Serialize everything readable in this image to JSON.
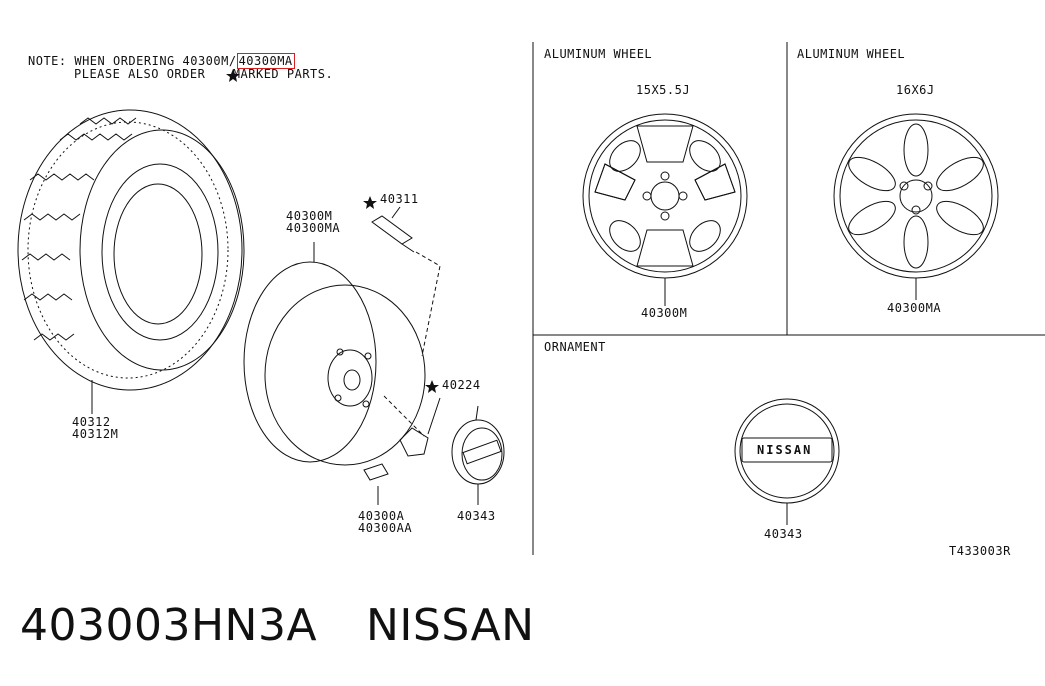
{
  "note": {
    "prefix": "NOTE:",
    "line1": "WHEN ORDERING 40300M/",
    "highlight": "40300MA",
    "line2": "PLEASE ALSO ORDER",
    "line2_suffix": "MARKED PARTS."
  },
  "parts": {
    "tire": [
      "40312",
      "40312M"
    ],
    "wheel": [
      "40300M",
      "40300MA"
    ],
    "valve": "40311",
    "nut": "40224",
    "weight": [
      "40300A",
      "40300AA"
    ],
    "cap": "40343"
  },
  "panels": {
    "alu1": {
      "title": "ALUMINUM WHEEL",
      "size": "15X5.5J",
      "part": "40300M"
    },
    "alu2": {
      "title": "ALUMINUM WHEEL",
      "size": "16X6J",
      "part": "40300MA"
    },
    "ornament": {
      "title": "ORNAMENT",
      "part": "40343",
      "logo": "NISSAN"
    }
  },
  "figure_code": "T433003R",
  "footer": {
    "part_number": "403003HN3A",
    "brand": "NISSAN"
  },
  "colors": {
    "line": "#111111",
    "highlight": "#d62020"
  }
}
